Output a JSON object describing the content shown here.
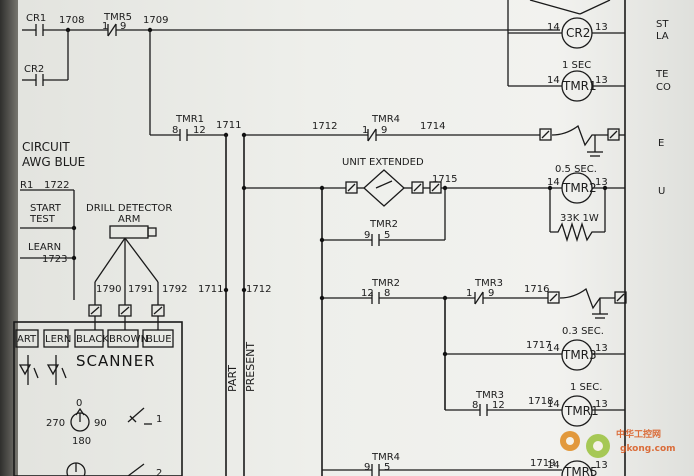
{
  "diagram": {
    "wire_numbers": {
      "w1708": "1708",
      "w1709": "1709",
      "w1711_top": "1711",
      "w1712_top": "1712",
      "w1714": "1714",
      "w1715": "1715",
      "w1716": "1716",
      "w1717": "1717",
      "w1718": "1718",
      "w1719": "1719",
      "w1722": "1722",
      "w1723": "1723",
      "w1790": "1790",
      "w1791": "1791",
      "w1792": "1792",
      "w1711_bus": "1711",
      "w1712_bus": "1712"
    },
    "contacts": {
      "cr1": "CR1",
      "cr2": "CR2",
      "tmr5": "TMR5",
      "tmr1": "TMR1",
      "tmr4_top": "TMR4",
      "tmr2_a": "TMR2",
      "tmr2_b": "TMR2",
      "tmr3_nc": "TMR3",
      "tmr3_no": "TMR3",
      "tmr4_bottom": "TMR4"
    },
    "pins": {
      "tmr1_8": "8",
      "tmr1_12": "12",
      "tmr4_1": "1",
      "tmr4_9": "9",
      "tmr2a_9": "9",
      "tmr2a_5": "5",
      "tmr2b_12": "12",
      "tmr2b_8": "8",
      "tmr3a_1": "1",
      "tmr3a_9": "9",
      "tmr3b_8": "8",
      "tmr3b_12": "12",
      "tmr5_1": "1",
      "tmr5_9": "9",
      "tmr4b_9": "9",
      "tmr4b_5": "5",
      "coil_cr2_l": "14",
      "coil_cr2_r": "13",
      "coil_tmr1_l": "14",
      "coil_tmr1_r": "13",
      "coil_tmr2_l": "14",
      "coil_tmr2_r": "13",
      "coil_tmr3_l": "14",
      "coil_tmr3_r": "13",
      "coil_tmr1b_l": "14",
      "coil_tmr1b_r": "13",
      "coil_tmr5_l": "14",
      "coil_tmr5_r": "13"
    },
    "coils": {
      "cr2": "CR2",
      "tmr1_top": "TMR1",
      "tmr2": "TMR2",
      "tmr3": "TMR3",
      "tmr1_bottom": "TMR1",
      "tmr5": "TMR5"
    },
    "timings": {
      "tmr1_top": "1 SEC",
      "tmr2": "0.5 SEC.",
      "tmr3": "0.3 SEC.",
      "tmr1_bottom": "1 SEC."
    },
    "labels": {
      "unit_extended": "UNIT EXTENDED",
      "resistor": "33K 1W",
      "drill_detector_l1": "DRILL DETECTOR",
      "drill_detector_l2": "ARM",
      "circuit": "CIRCUIT",
      "awg_blue": "AWG BLUE",
      "start_test_l1": "START",
      "start_test_l2": "TEST",
      "learn": "LEARN",
      "r1": "R1",
      "part_present_l1": "PART",
      "part_present_l2": "PRESENT",
      "scanner": "SCANNER",
      "term_art": "ART",
      "term_lern": "LERN",
      "term_black": "BLACK",
      "term_brown": "BROWN",
      "term_blue": "BLUE",
      "dial_270": "270",
      "dial_90": "90",
      "dial_180": "180",
      "dial_0": "0",
      "pot_1": "1",
      "pot_2": "2",
      "edge_st": "ST",
      "edge_la": "LA",
      "edge_te": "TE",
      "edge_co": "CO",
      "edge_u": "U",
      "edge_e": "E"
    },
    "watermark": {
      "cn": "中华工控网",
      "url": "gkong.com"
    }
  }
}
